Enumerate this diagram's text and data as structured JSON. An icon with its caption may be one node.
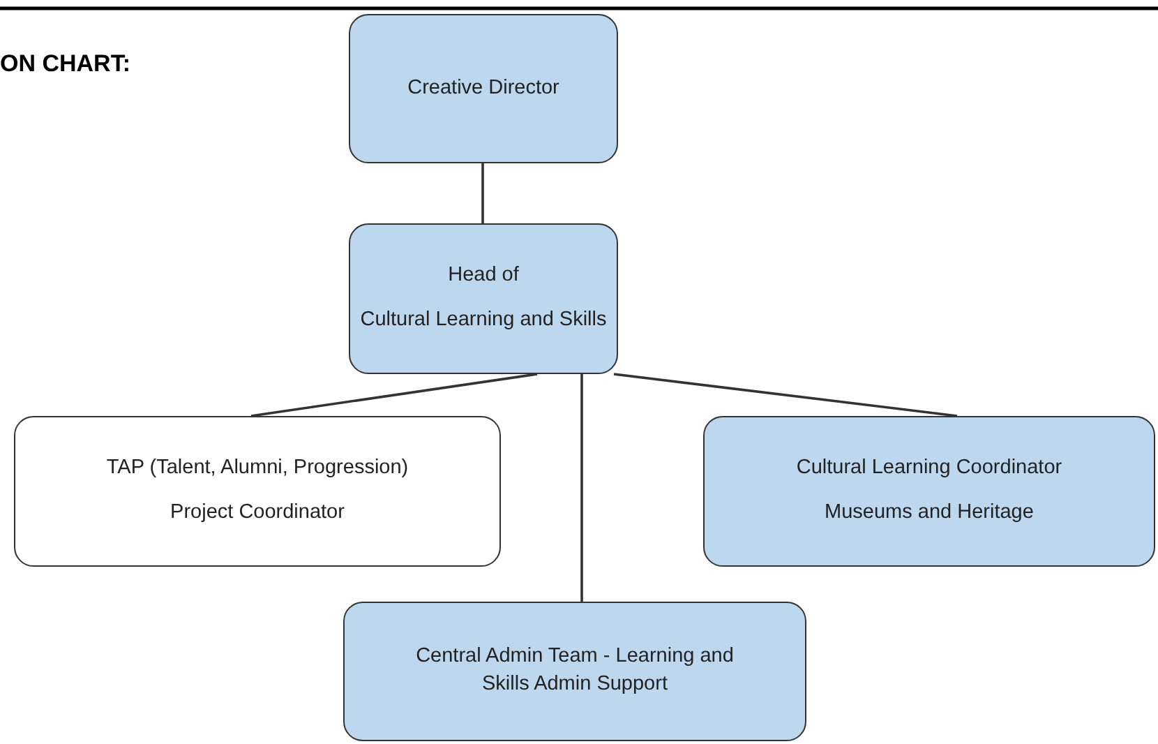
{
  "diagram": {
    "title": "ON CHART:",
    "nodes": [
      {
        "text": [
          "Creative Director"
        ]
      },
      {
        "text": [
          "Head of",
          "Cultural Learning and Skills"
        ]
      },
      {
        "text": [
          "TAP (Talent, Alumni, Progression)",
          "Project Coordinator"
        ]
      },
      {
        "text": [
          "Cultural Learning Coordinator",
          "Museums and Heritage"
        ]
      },
      {
        "text": [
          "Central Admin Team - Learning and Skills Admin Support"
        ]
      }
    ],
    "edges": [
      {
        "from": 0,
        "to": 1,
        "arrow": "none"
      },
      {
        "from": 1,
        "to": 2,
        "arrow": "none"
      },
      {
        "from": 1,
        "to": 3,
        "arrow": "none"
      },
      {
        "from": 1,
        "to": 4,
        "arrow": "none"
      }
    ]
  }
}
